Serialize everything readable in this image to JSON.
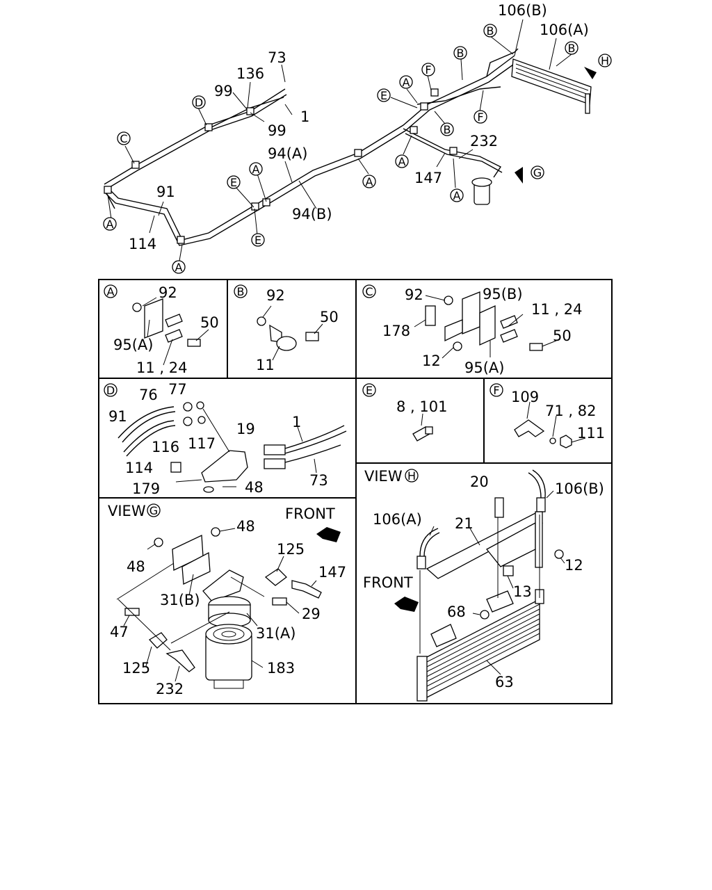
{
  "overview": {
    "labels": [
      "106(B)",
      "106(A)",
      "73",
      "136",
      "99",
      "99",
      "1",
      "94(A)",
      "94(B)",
      "91",
      "114",
      "232",
      "147"
    ],
    "markers": [
      "B",
      "B",
      "B",
      "B",
      "F",
      "F",
      "A",
      "A",
      "A",
      "A",
      "A",
      "A",
      "A",
      "A",
      "C",
      "D",
      "E",
      "E",
      "E"
    ],
    "views": [
      "H",
      "G"
    ]
  },
  "panels": {
    "A": {
      "title": "A",
      "labels": [
        "92",
        "95(A)",
        "11 , 24",
        "50"
      ]
    },
    "B": {
      "title": "B",
      "labels": [
        "92",
        "50",
        "11"
      ]
    },
    "C": {
      "title": "C",
      "labels": [
        "92",
        "95(B)",
        "178",
        "11 , 24",
        "50",
        "12",
        "95(A)"
      ]
    },
    "D": {
      "title": "D",
      "labels": [
        "76",
        "77",
        "91",
        "116",
        "117",
        "19",
        "1",
        "114",
        "179",
        "48",
        "73"
      ]
    },
    "E": {
      "title": "E",
      "labels": [
        "8 , 101"
      ]
    },
    "F": {
      "title": "F",
      "labels": [
        "109",
        "71 , 82",
        "111"
      ]
    },
    "G": {
      "view_word": "VIEW",
      "title": "G",
      "front": "FRONT",
      "labels": [
        "48",
        "48",
        "125",
        "147",
        "31(B)",
        "29",
        "47",
        "31(A)",
        "125",
        "232",
        "183"
      ]
    },
    "H": {
      "view_word": "VIEW",
      "title": "H",
      "front": "FRONT",
      "labels": [
        "20",
        "106(B)",
        "106(A)",
        "21",
        "12",
        "13",
        "68",
        "63"
      ]
    }
  }
}
